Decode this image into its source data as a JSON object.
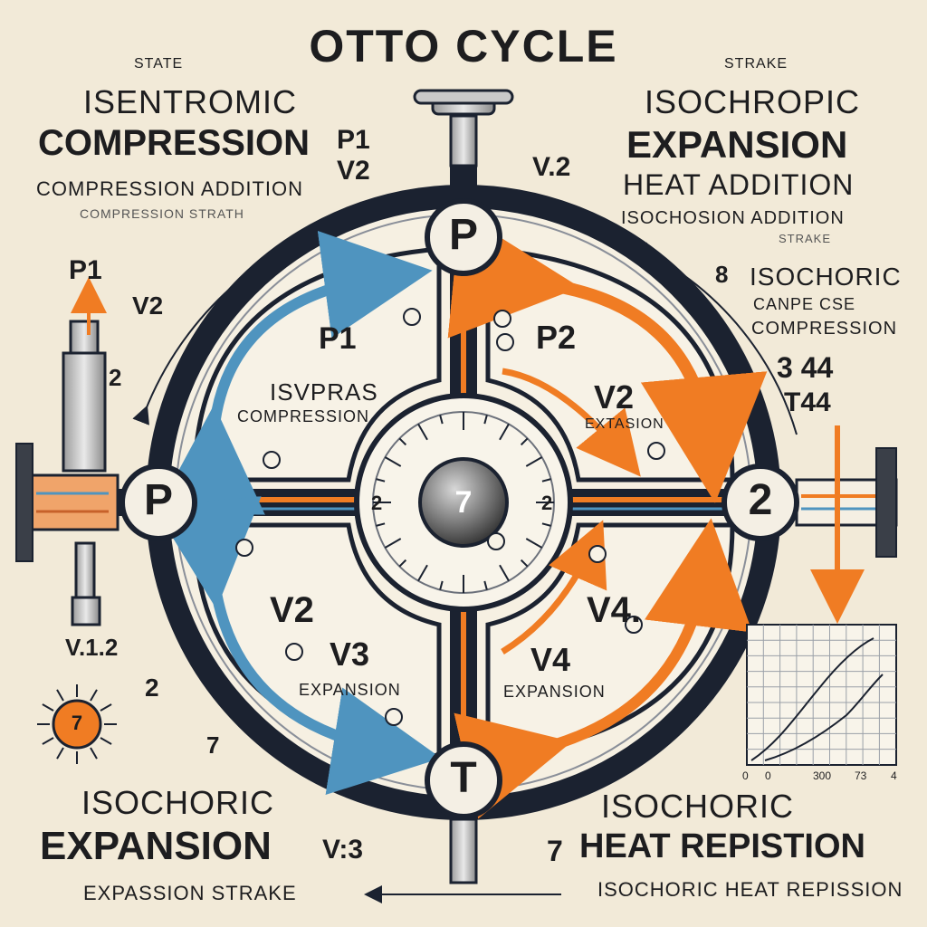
{
  "title": "OTTO CYCLE",
  "small_top_left": "STATE",
  "small_top_right": "STRAKE",
  "top_left": {
    "line1": "ISENTROMIC",
    "line2": "COMPRESSION",
    "line3": "COMPRESSION ADDITION",
    "line4": "COMPRESSION STRATH",
    "p1_label": "P1",
    "v2_label": "V2"
  },
  "top_right": {
    "line1": "ISOCHROPIC",
    "line2": "EXPANSION",
    "line3": "HEAT  ADDITION",
    "line4": "ISOCHOSION ADDITION",
    "line5": "STRAKE",
    "v2_label": "V.2"
  },
  "right_mid": {
    "num": "8",
    "line1": "ISOCHORIC",
    "line2": "CANPE CSE",
    "line3": "COMPRESSION",
    "val1": "3  44",
    "val2": "T44"
  },
  "left_mid": {
    "p1": "P1",
    "v2": "V2",
    "two": "2"
  },
  "left_low": {
    "v12": "V.1.2",
    "two": "2",
    "seven": "7",
    "sun_label": "7"
  },
  "quadrants": {
    "tl": {
      "state": "P1",
      "line1": "ISVPRAS",
      "process": "COMPRESSION"
    },
    "tr": {
      "state": "P2",
      "volume": "V2",
      "process": "EXTASION"
    },
    "bl": {
      "volume1": "V2",
      "volume2": "V3",
      "process": "EXPANSION"
    },
    "br": {
      "volume1": "V4.",
      "volume2": "V4",
      "process": "EXPANSION"
    }
  },
  "nodes": {
    "top": "P",
    "left": "P",
    "right": "2",
    "bottom": "T",
    "center": "7"
  },
  "dial_numbers": [
    "2",
    "2"
  ],
  "bottom_left": {
    "line1": "ISOCHORIC",
    "line2": "EXPANSION",
    "v3": "V:3",
    "line3": "EXPASSION STRAKE"
  },
  "bottom_right": {
    "seven": "7",
    "line1": "ISOCHORIC",
    "line2": "HEAT REPISTION",
    "line3": "ISOCHORIC HEAT REPISSION"
  },
  "graph_ticks": [
    "0",
    "0",
    "300",
    "73",
    "4"
  ],
  "colors": {
    "blue": "#4f94bf",
    "orange": "#f07c23",
    "dark": "#1b2230",
    "paper": "#f2ead8",
    "node": "#f4efe4"
  }
}
